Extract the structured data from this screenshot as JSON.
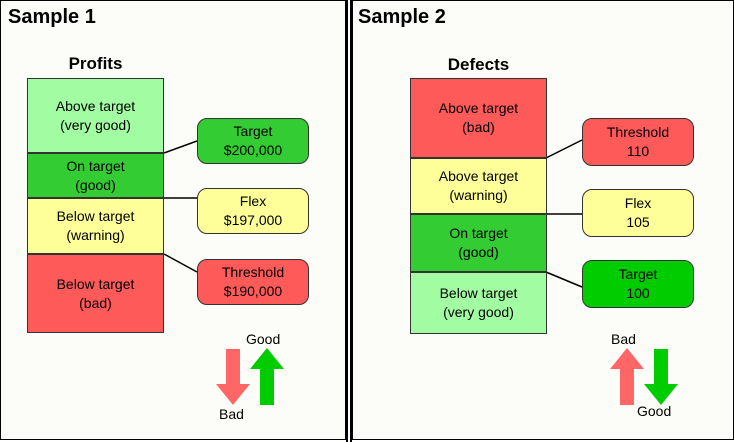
{
  "colors": {
    "red": "#ff5a5a",
    "dark_green": "#33cc33",
    "light_green": "#a2fca2",
    "yellow": "#ffff99",
    "bright_green": "#00cc00",
    "arrow_red": "#ff6666",
    "arrow_green": "#00cc00"
  },
  "sample1": {
    "title": "Sample 1",
    "chart_title": "Profits",
    "bands": [
      {
        "label": "Above target\n(very good)",
        "color": "#a2fca2"
      },
      {
        "label": "On target\n(good)",
        "color": "#33cc33"
      },
      {
        "label": "Below target\n(warning)",
        "color": "#ffff99"
      },
      {
        "label": "Below target\n(bad)",
        "color": "#ff5a5a"
      }
    ],
    "callouts": [
      {
        "label": "Target\n$200,000",
        "color": "#33cc33"
      },
      {
        "label": "Flex\n$197,000",
        "color": "#ffff99"
      },
      {
        "label": "Threshold\n$190,000",
        "color": "#ff5a5a"
      }
    ],
    "arrow_good": "Good",
    "arrow_bad": "Bad"
  },
  "sample2": {
    "title": "Sample 2",
    "chart_title": "Defects",
    "bands": [
      {
        "label": "Above target\n(bad)",
        "color": "#ff5a5a"
      },
      {
        "label": "Above target\n(warning)",
        "color": "#ffff99"
      },
      {
        "label": "On target\n(good)",
        "color": "#33cc33"
      },
      {
        "label": "Below target\n(very good)",
        "color": "#a2fca2"
      }
    ],
    "callouts": [
      {
        "label": "Threshold\n110",
        "color": "#ff5a5a"
      },
      {
        "label": "Flex\n105",
        "color": "#ffff99"
      },
      {
        "label": "Target\n100",
        "color": "#00cc00"
      }
    ],
    "arrow_bad": "Bad",
    "arrow_good": "Good"
  }
}
